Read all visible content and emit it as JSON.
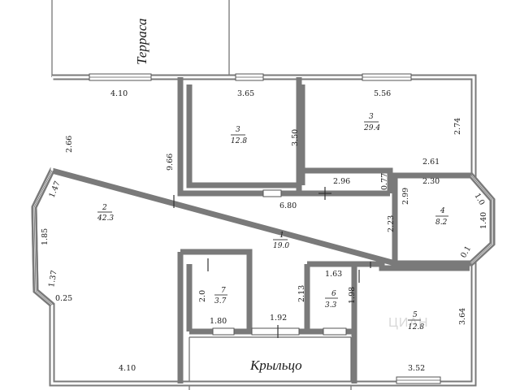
{
  "labels": {
    "terrace": "Терраса",
    "porch": "Крыльцо",
    "watermark": "ЦИАН"
  },
  "rooms": [
    {
      "number": "2",
      "area": "42.3"
    },
    {
      "number": "3",
      "area": "12.8"
    },
    {
      "number": "3",
      "area": "29.4"
    },
    {
      "number": "4",
      "area": "8.2"
    },
    {
      "number": "1",
      "area": "19.0"
    },
    {
      "number": "7",
      "area": "3.7"
    },
    {
      "number": "6",
      "area": "3.3"
    },
    {
      "number": "5",
      "area": "12.8"
    }
  ],
  "dimensions": [
    "4.10",
    "3.65",
    "5.56",
    "2.66",
    "9.66",
    "3.50",
    "2.74",
    "2.61",
    "0.77",
    "2.96",
    "6.80",
    "2.30",
    "2.99",
    "1.0",
    "1.40",
    "0.1",
    "2.23",
    "1.47",
    "1.85",
    "1.37",
    "0.25",
    "4.10",
    "2.0",
    "1.80",
    "1.92",
    "2.13",
    "1.63",
    "1.98",
    "3.64",
    "3.52"
  ]
}
